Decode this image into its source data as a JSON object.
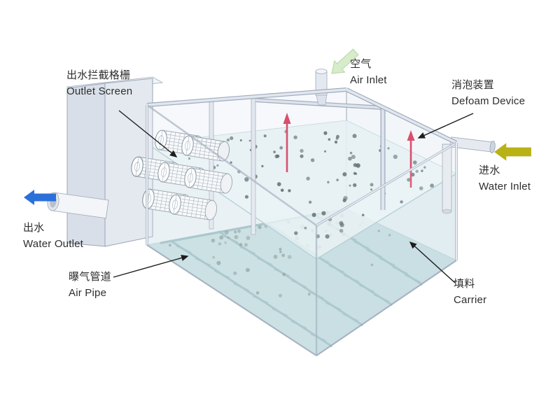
{
  "labels": {
    "outlet_screen": {
      "zh": "出水拦截格栅",
      "en": "Outlet Screen"
    },
    "air_inlet": {
      "zh": "空气",
      "en": "Air Inlet"
    },
    "defoam_device": {
      "zh": "消泡装置",
      "en": "Defoam Device"
    },
    "water_inlet": {
      "zh": "进水",
      "en": "Water Inlet"
    },
    "water_outlet": {
      "zh": "出水",
      "en": "Water Outlet"
    },
    "air_pipe": {
      "zh": "曝气管道",
      "en": "Air Pipe"
    },
    "carrier": {
      "zh": "填料",
      "en": "Carrier"
    }
  },
  "colors": {
    "water_outlet_arrow": "#2b6fd9",
    "water_inlet_arrow": "#b8b216",
    "air_inlet_arrow": "#d6ecca",
    "defoam_device": "#d84f6e",
    "carrier_dot": "#5a6a68",
    "floor": "#b9d6d9",
    "water_surface": "#e7f2f5"
  }
}
